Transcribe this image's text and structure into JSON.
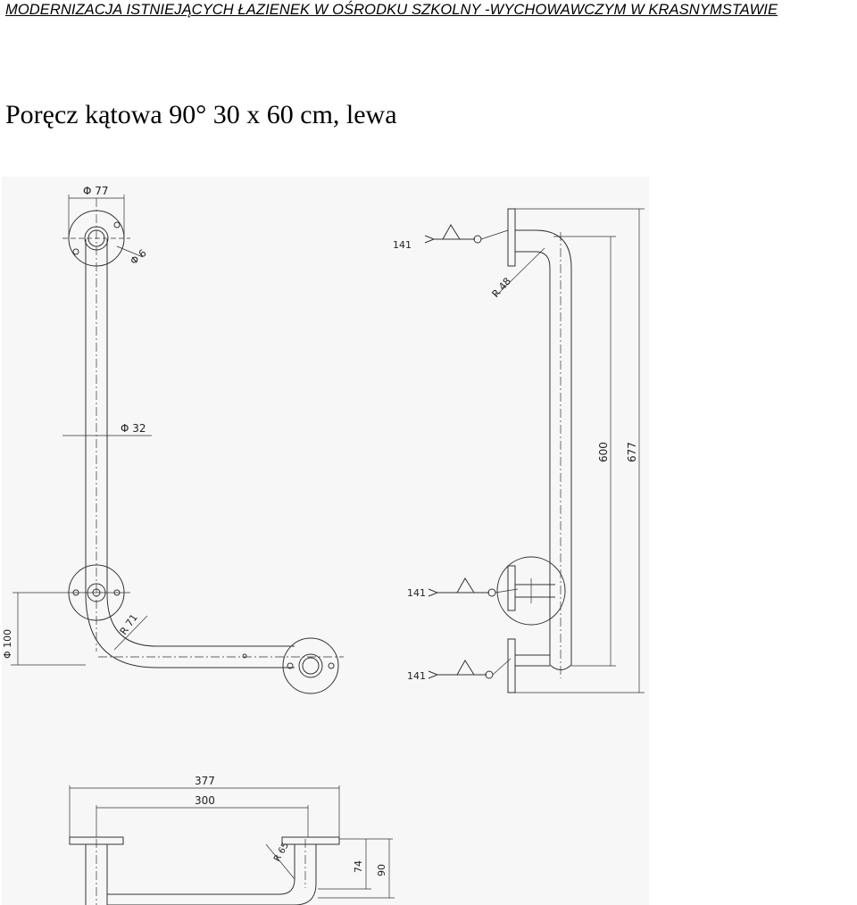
{
  "header": {
    "text": "MODERNIZACJA   ISTNIEJĄCYCH  ŁAZIENEK  W  OŚRODKU SZKOLNY -WYCHOWAWCZYM  W  KRASNYMSTAWIE"
  },
  "title": "Poręcz kątowa 90° 30 x 60 cm, lewa",
  "dimensions": {
    "flange_diameter": "Φ 77",
    "hole_diameter": "Φ 6",
    "tube_diameter": "Φ 32",
    "flange_diameter_corner": "Φ 100",
    "bend_radius_front": "R 71",
    "bend_radius_side": "R 48",
    "weld_1": "141",
    "weld_2": "141",
    "weld_3": "141",
    "length_600": "600",
    "length_677": "677",
    "length_377": "377",
    "length_300": "300",
    "depth_74": "74",
    "depth_90": "90",
    "bend_radius_top": "R 65"
  }
}
